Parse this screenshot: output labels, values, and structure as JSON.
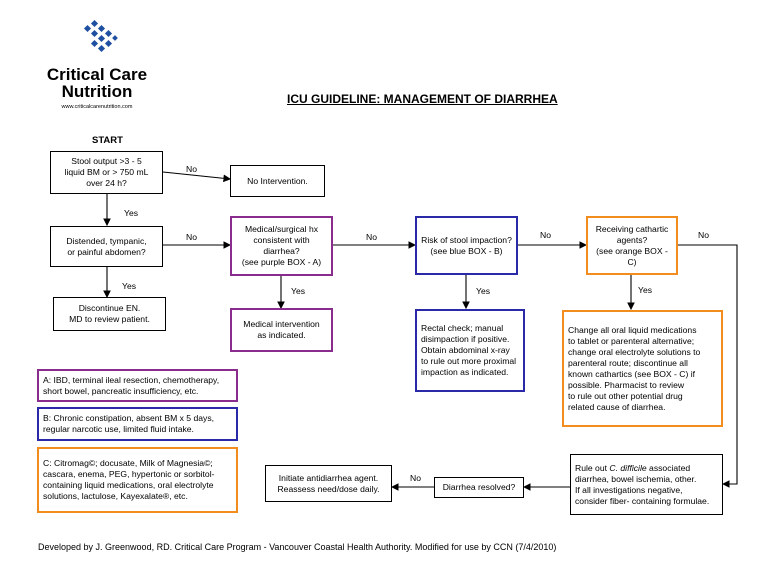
{
  "logo": {
    "name_line1": "Critical Care",
    "name_line2": "Nutrition",
    "url": "www.criticalcarenutrition.com",
    "color": "#1e4fa0"
  },
  "title": "ICU GUIDELINE: MANAGEMENT OF DIARRHEA",
  "start_label": "START",
  "nodes": {
    "stool_output": "Stool output >3 - 5\nliquid BM or > 750 mL\nover 24 h?",
    "no_intervention": "No Intervention.",
    "distended": "Distended, tympanic,\nor painful abdomen?",
    "discontinue_en": "Discontinue EN.\nMD to review patient.",
    "medical_surgical": "Medical/surgical  hx\nconsistent with diarrhea?\n(see purple BOX - A)",
    "medical_intervention": "Medical intervention\nas indicated.",
    "risk_impaction": "Risk of stool impaction?\n(see blue BOX - B)",
    "rectal_check": "Rectal check; manual\ndisimpaction if positive.\nObtain abdominal x-ray\nto rule out more proximal\nimpaction as indicated.",
    "receiving_cathartic": "Receiving cathartic\nagents?\n(see orange BOX - C)",
    "change_meds": "Change all oral liquid medications\nto tablet or parenteral alternative;\nchange oral electrolyte solutions to\nparenteral route; discontinue all\nknown cathartics (see BOX - C) if\npossible. Pharmacist to review\nto rule out other potential drug\nrelated cause of diarrhea.",
    "rule_out_cdiff_pre": "Rule out ",
    "rule_out_cdiff_italic": "C. difficile",
    "rule_out_cdiff_post": " associated\ndiarrhea, bowel ischemia, other.\nIf all investigations negative,\nconsider fiber- containing formulae.",
    "diarrhea_resolved": "Diarrhea resolved?",
    "initiate_antidiarrhea": "Initiate antidiarrhea agent.\nReassess need/dose daily."
  },
  "legend": {
    "box_a": "A: IBD, terminal ileal resection, chemotherapy,\nshort bowel, pancreatic insufficiency, etc.",
    "box_b": "B: Chronic constipation, absent BM x 5 days,\nregular narcotic use,  limited fluid intake.",
    "box_c": "C: Citromag©; docusate, Milk of Magnesia©;\ncascara, enema, PEG, hypertonic or sorbitol-\ncontaining  liquid medications, oral electrolyte\n solutions, lactulose, Kayexalate®,  etc."
  },
  "edge_labels": {
    "no_1": "No",
    "yes_1": "Yes",
    "no_2": "No",
    "yes_2": "Yes",
    "no_3": "No",
    "yes_3": "Yes",
    "no_4": "No",
    "yes_4": "Yes",
    "no_5": "No",
    "no_6": "No"
  },
  "colors": {
    "purple": "#8a2b8e",
    "blue": "#2a2aa8",
    "orange": "#f28c1c"
  },
  "footer": "Developed by J. Greenwood, RD. Critical Care Program - Vancouver Coastal Health Authority. Modified for use by CCN (7/4/2010)"
}
